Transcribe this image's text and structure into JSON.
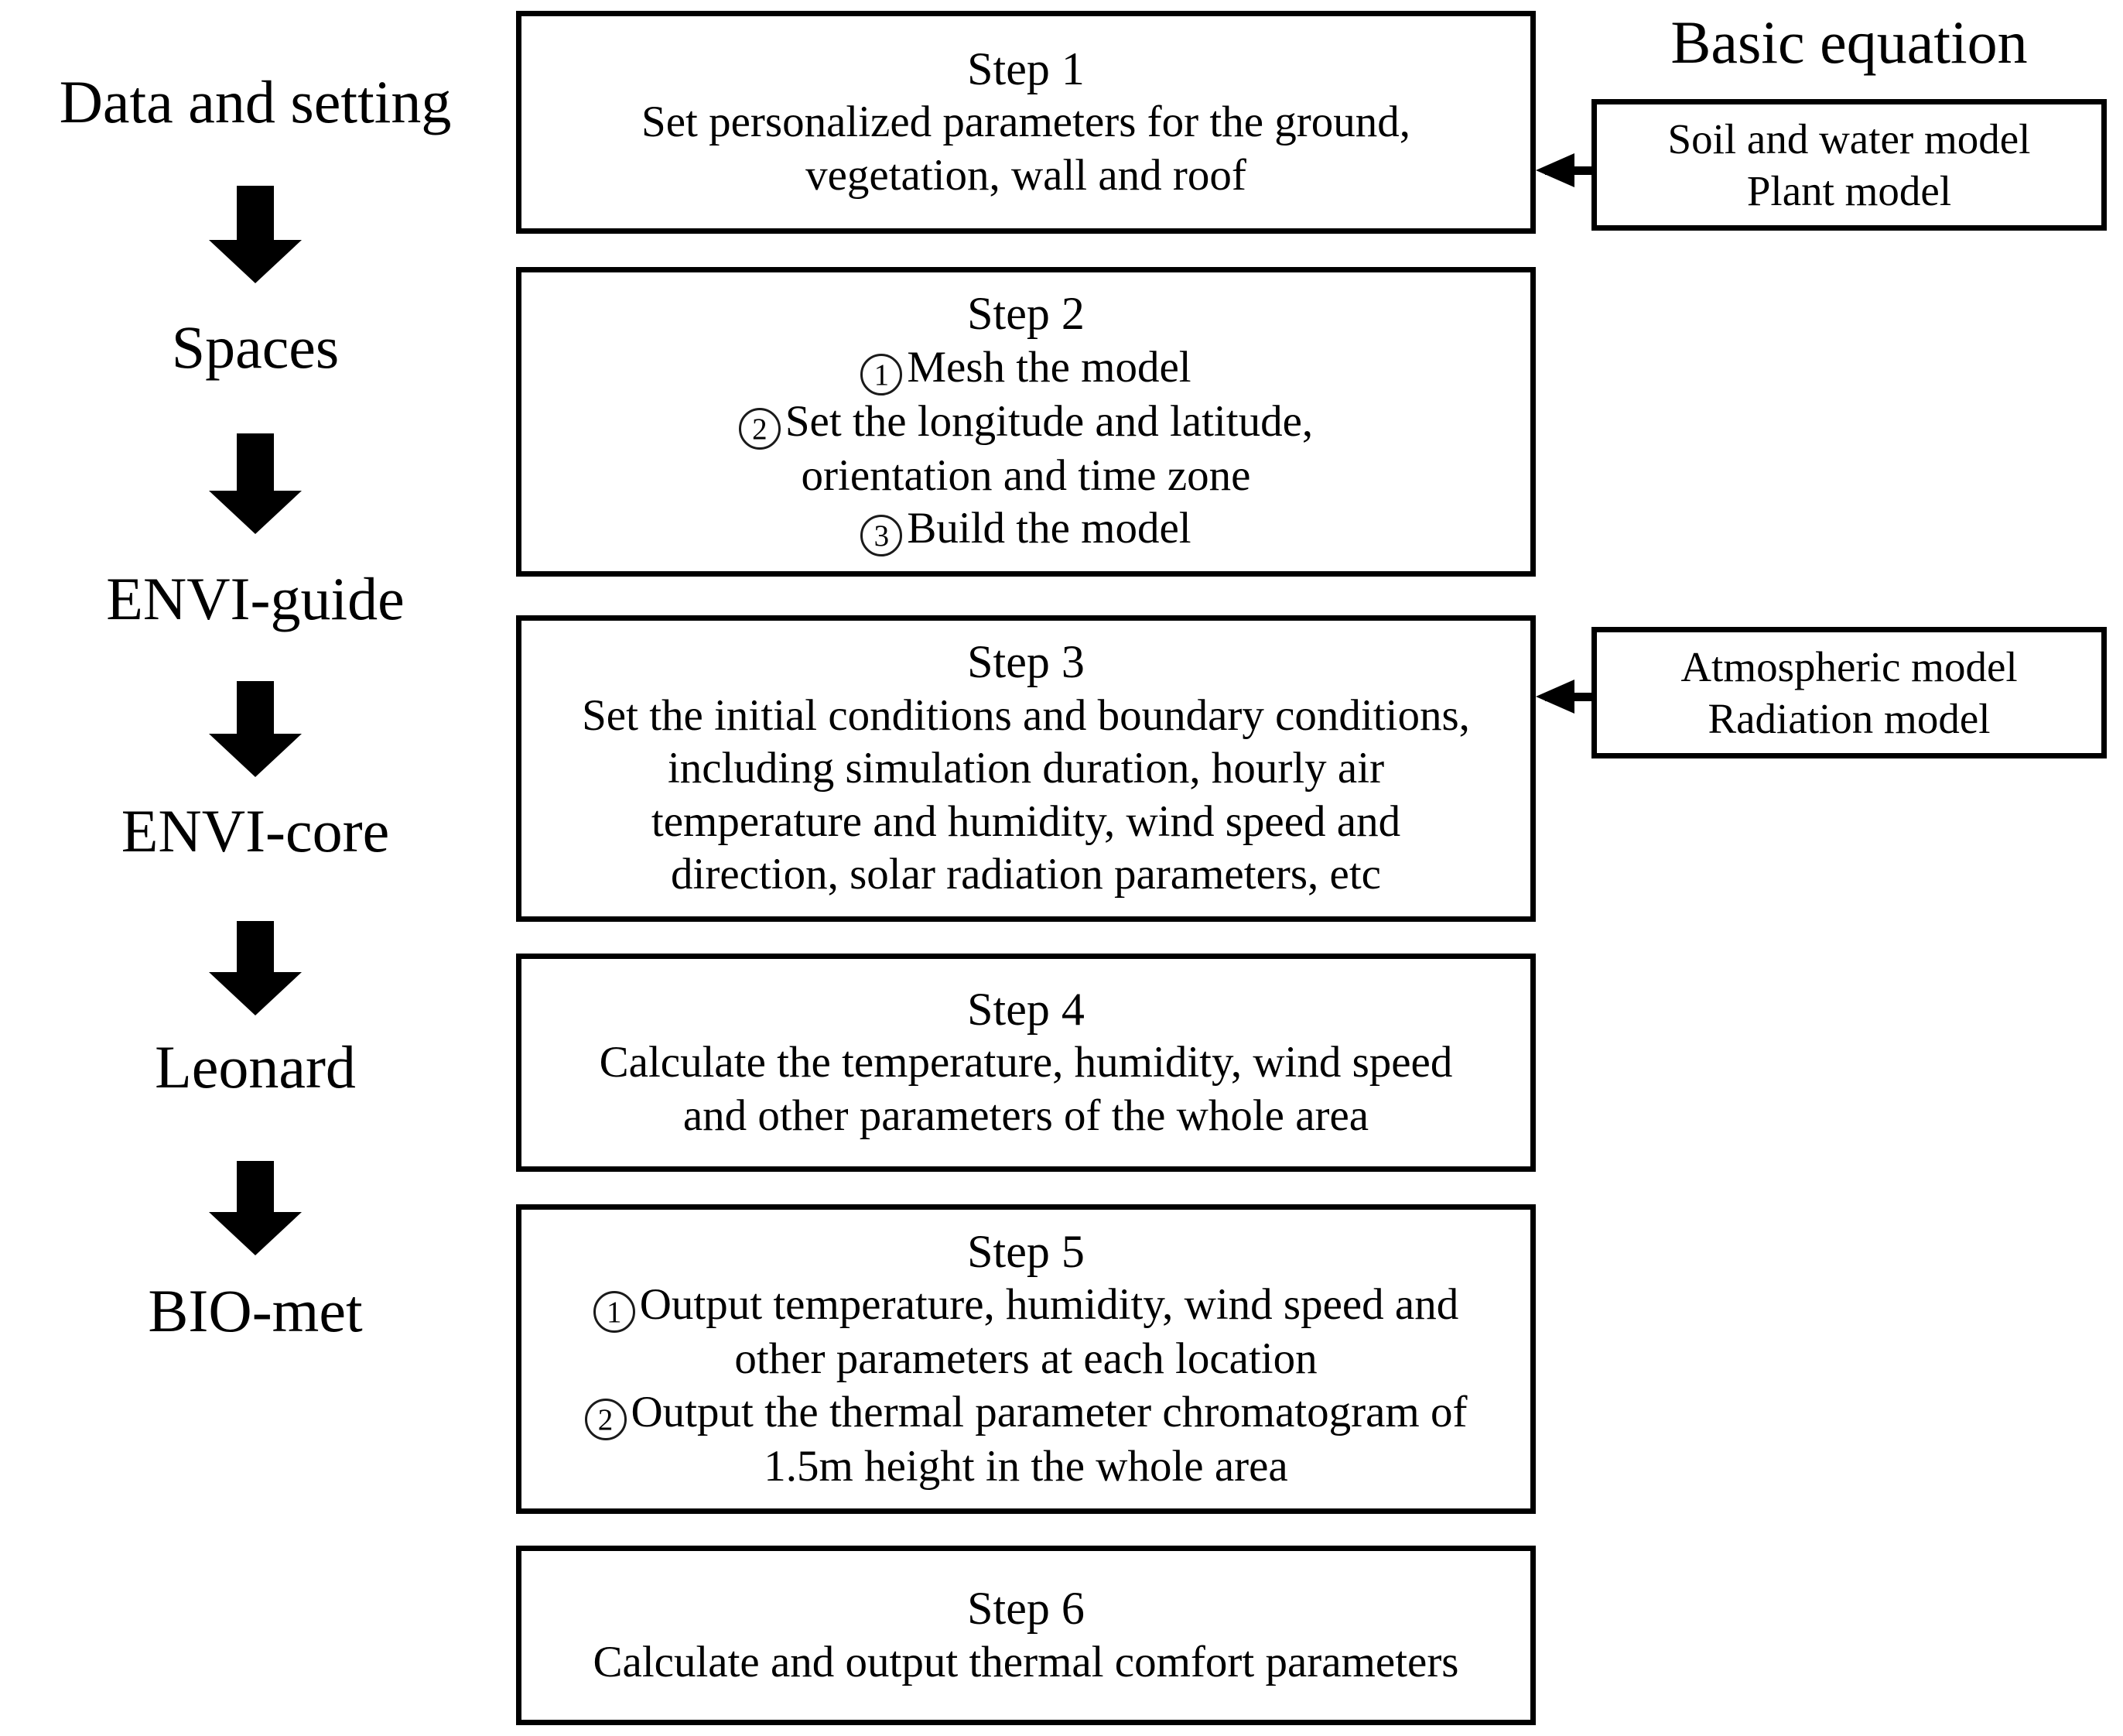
{
  "diagram": {
    "title": "ENVI-met simulation workflow flowchart",
    "line_color": "#000000",
    "background_color": "#ffffff"
  },
  "left_column": {
    "stages": [
      {
        "label": "Data and setting"
      },
      {
        "label": "Spaces"
      },
      {
        "label": "ENVI-guide"
      },
      {
        "label": "ENVI-core"
      },
      {
        "label": "Leonard"
      },
      {
        "label": "BIO-met"
      }
    ],
    "arrow_icon": "down-arrow-icon"
  },
  "steps": [
    {
      "title": "Step 1",
      "lines": [
        {
          "marker": "",
          "text": "Set personalized parameters for the ground,"
        },
        {
          "marker": "",
          "text": "vegetation, wall and roof"
        }
      ]
    },
    {
      "title": "Step 2",
      "lines": [
        {
          "marker": "1",
          "text": "Mesh the model"
        },
        {
          "marker": "2",
          "text": "Set the longitude and latitude,"
        },
        {
          "marker": "",
          "text": "orientation and time zone"
        },
        {
          "marker": "3",
          "text": "Build the model"
        }
      ]
    },
    {
      "title": "Step 3",
      "lines": [
        {
          "marker": "",
          "text": "Set the initial conditions and boundary conditions,"
        },
        {
          "marker": "",
          "text": "including simulation duration, hourly air"
        },
        {
          "marker": "",
          "text": "temperature and humidity, wind speed and"
        },
        {
          "marker": "",
          "text": "direction, solar radiation parameters, etc"
        }
      ]
    },
    {
      "title": "Step 4",
      "lines": [
        {
          "marker": "",
          "text": "Calculate the temperature, humidity, wind speed"
        },
        {
          "marker": "",
          "text": "and other parameters of the whole area"
        }
      ]
    },
    {
      "title": "Step 5",
      "lines": [
        {
          "marker": "1",
          "text": "Output temperature, humidity, wind speed and"
        },
        {
          "marker": "",
          "text": "other parameters at each location"
        },
        {
          "marker": "2",
          "text": "Output the thermal parameter chromatogram of"
        },
        {
          "marker": "",
          "text": "1.5m height in the whole area"
        }
      ]
    },
    {
      "title": "Step 6",
      "lines": [
        {
          "marker": "",
          "text": "Calculate and output thermal comfort parameters"
        }
      ]
    }
  ],
  "right_column": {
    "heading": "Basic equation",
    "boxes": [
      {
        "lines": [
          "Soil and water model",
          "Plant model"
        ],
        "connects_to": "Step 1"
      },
      {
        "lines": [
          "Atmospheric model",
          "Radiation model"
        ],
        "connects_to": "Step 3"
      }
    ],
    "arrow_icon": "left-arrow-icon"
  }
}
